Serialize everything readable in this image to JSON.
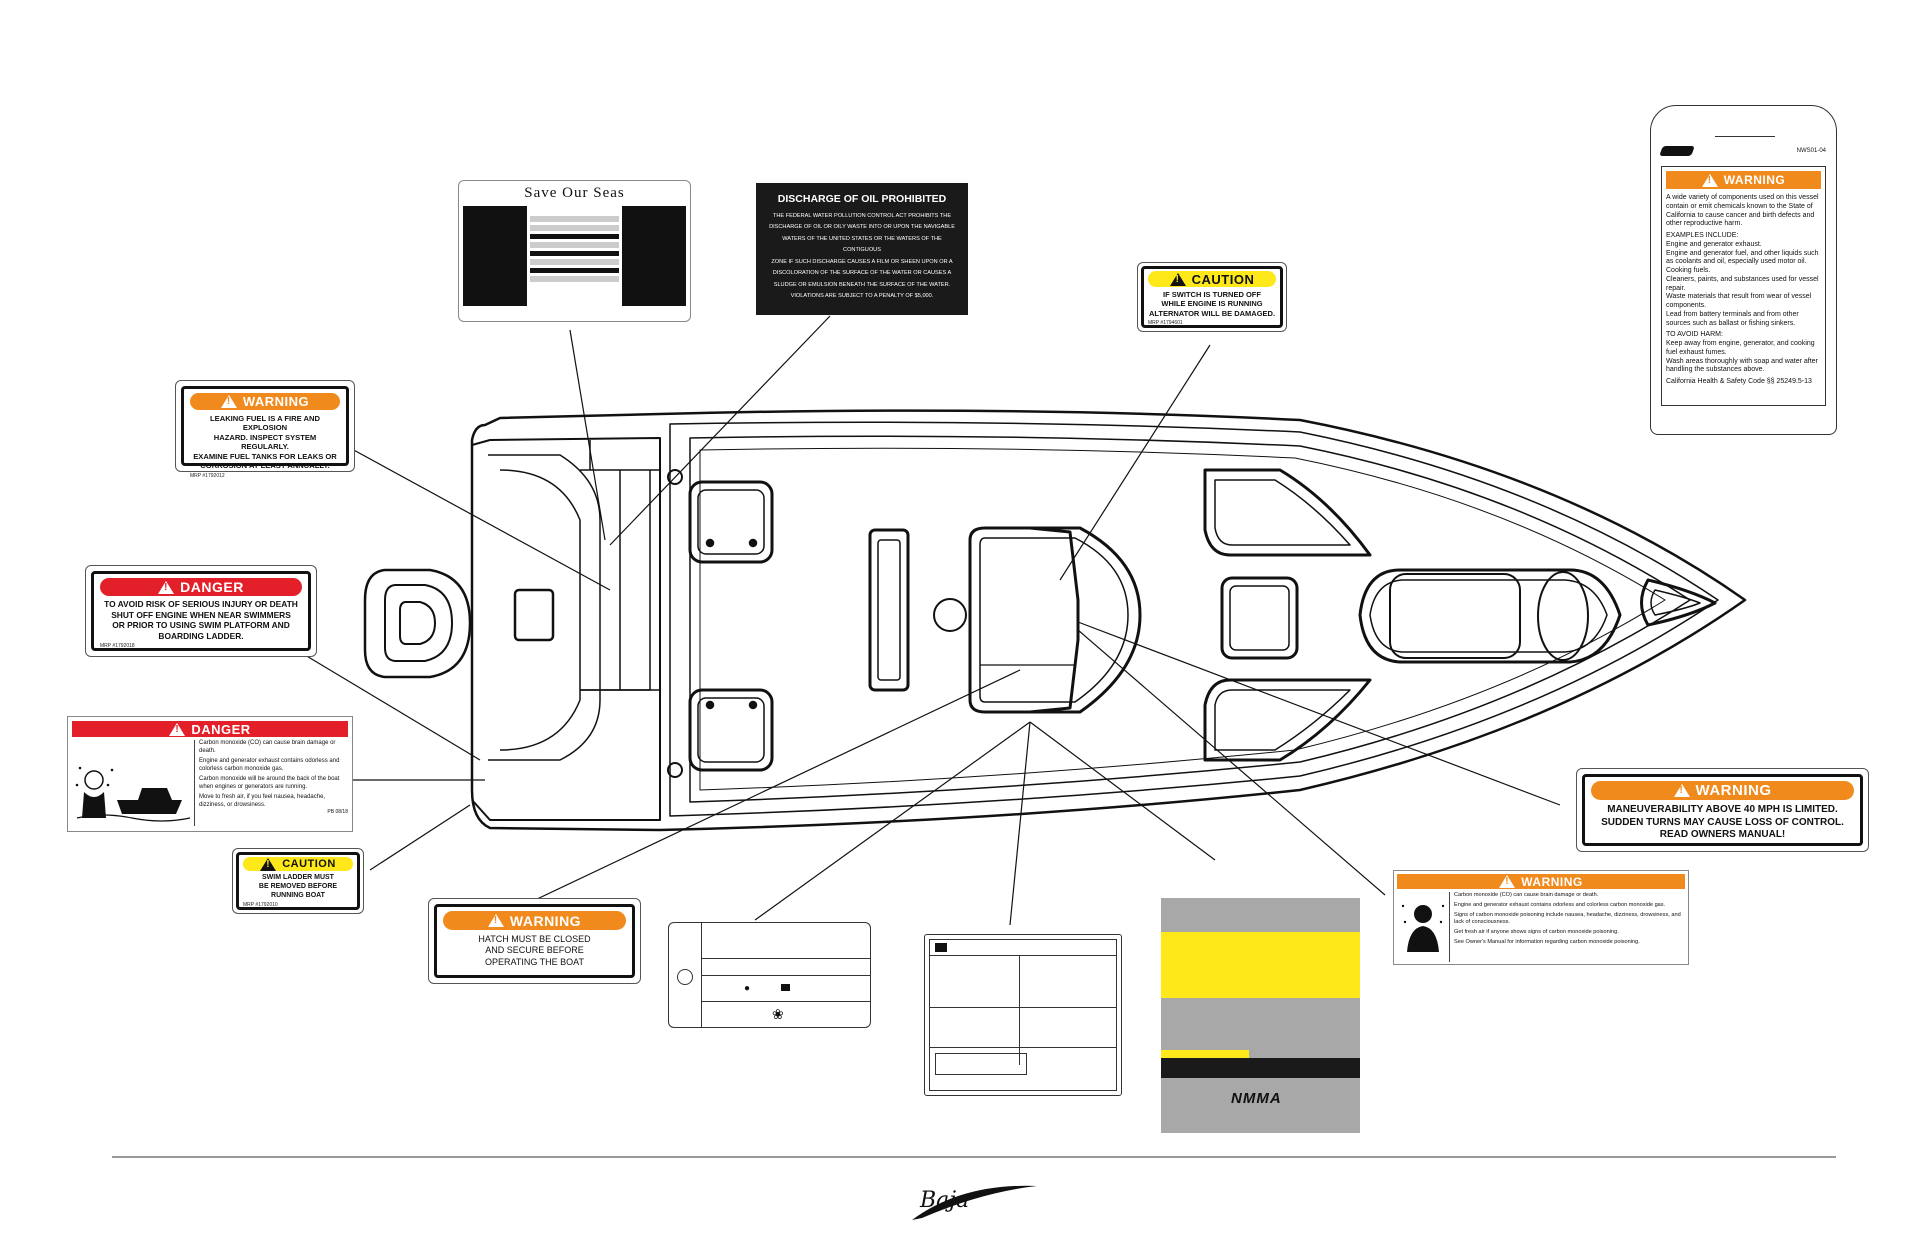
{
  "labels": {
    "warning_fuel": {
      "header": "WARNING",
      "body": [
        "LEAKING FUEL IS A FIRE AND EXPLOSION",
        "HAZARD. INSPECT SYSTEM REGULARLY.",
        "EXAMINE FUEL TANKS FOR LEAKS OR",
        "CORROSION AT LEAST ANNUALLY."
      ],
      "code": "MRP #1792012"
    },
    "danger_swimmers": {
      "header": "DANGER",
      "body": [
        "TO AVOID RISK OF SERIOUS INJURY OR DEATH",
        "SHUT OFF ENGINE WHEN NEAR SWIMMERS",
        "OR PRIOR TO USING SWIM PLATFORM AND",
        "BOARDING LADDER."
      ],
      "code": "MRP #1792018"
    },
    "danger_co": {
      "header": "DANGER",
      "body": [
        "Carbon monoxide (CO) can cause brain damage or death.",
        "Engine and generator exhaust contains odorless and colorless carbon monoxide gas.",
        "Carbon monoxide will be around the back of the boat when engines or generators are running.",
        "Move to fresh air, if you feel nausea, headache, dizziness, or drowsiness."
      ],
      "code": "PB 08/18"
    },
    "caution_ladder": {
      "header": "CAUTION",
      "body": [
        "SWIM LADDER MUST",
        "BE REMOVED BEFORE",
        "RUNNING BOAT"
      ],
      "code": "MRP #1792010"
    },
    "warning_hatch": {
      "header": "WARNING",
      "body": [
        "HATCH MUST BE CLOSED",
        "AND SECURE BEFORE",
        "OPERATING THE BOAT"
      ]
    },
    "save_our_seas": {
      "title": "Save Our Seas"
    },
    "oil_discharge": {
      "title": "DISCHARGE OF OIL PROHIBITED",
      "body": [
        "THE FEDERAL WATER POLLUTION CONTROL ACT PROHIBITS THE",
        "DISCHARGE OF OIL OR OILY WASTE INTO OR UPON THE NAVIGABLE",
        "WATERS OF THE UNITED STATES OR THE WATERS OF THE CONTIGUOUS",
        "ZONE IF SUCH DISCHARGE CAUSES A FILM OR SHEEN UPON OR A",
        "DISCOLORATION OF THE SURFACE OF THE WATER OR CAUSES A",
        "SLUDGE OR EMULSION BENEATH THE SURFACE OF THE WATER.",
        "VIOLATIONS ARE SUBJECT TO A PENALTY OF $5,000."
      ]
    },
    "caution_alternator": {
      "header": "CAUTION",
      "body": [
        "IF SWITCH IS TURNED OFF",
        "WHILE ENGINE IS RUNNING",
        "ALTERNATOR WILL BE DAMAGED."
      ],
      "code": "MRP #1794601"
    },
    "california_tag": {
      "code": "NWS01-04",
      "header": "WARNING",
      "intro": "A wide variety of components used on this vessel contain or emit chemicals known to the State of California to cause cancer and birth defects and other reproductive harm.",
      "examples_title": "EXAMPLES INCLUDE:",
      "examples": [
        "Engine and generator exhaust.",
        "Engine and generator fuel, and other liquids such as coolants and oil, especially used motor oil.",
        "Cooking fuels.",
        "Cleaners, paints, and substances used for vessel repair.",
        "Waste materials that result from wear of vessel components.",
        "Lead from battery terminals and from other sources such as ballast or fishing sinkers."
      ],
      "avoid_title": "TO AVOID HARM:",
      "avoid": [
        "Keep away from engine, generator, and cooking fuel exhaust fumes.",
        "Wash areas thoroughly with soap and water after handling the substances above."
      ],
      "footer": "California Health & Safety Code §§ 25249.5-13"
    },
    "warning_maneuver": {
      "header": "WARNING",
      "body": [
        "MANEUVERABILITY ABOVE 40  MPH IS LIMITED.",
        "SUDDEN TURNS MAY CAUSE LOSS OF CONTROL.",
        "READ OWNERS MANUAL!"
      ]
    },
    "warning_co": {
      "header": "WARNING",
      "body": [
        "Carbon monoxide (CO) can cause brain damage or death.",
        "Engine and generator exhaust contains odorless and colorless carbon monoxide gas.",
        "Signs of carbon monoxide poisoning include nausea, headache, dizziness, drowsiness, and lack of consciousness.",
        "Get fresh air if anyone shows signs of carbon monoxide poisoning.",
        "See Owner's Manual for information regarding carbon monoxide poisoning."
      ]
    },
    "nmma": {
      "logo": "NMMA"
    }
  },
  "brand": {
    "logo": "Baja"
  },
  "colors": {
    "orange": "#f08a1c",
    "red": "#e3202a",
    "yellow": "#ffe81a",
    "gray": "#a8a8a8",
    "black": "#1a1a1a"
  }
}
